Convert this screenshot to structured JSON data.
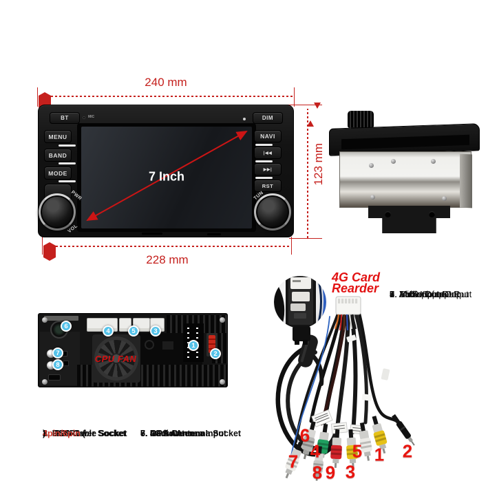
{
  "front_view": {
    "dim_top": "240 mm",
    "dim_right": "123 mm",
    "dim_bottom": "228 mm",
    "screen_label": "7 Inch",
    "btn_bt": "BT",
    "mic_label": "MIC",
    "btn_dim": "DIM",
    "left_buttons": [
      "MENU",
      "BAND",
      "MODE"
    ],
    "right_buttons": [
      "NAVI",
      "|◀◀",
      "▶▶|",
      "RST"
    ],
    "knob_left_top": "PWR",
    "knob_left_bottom": "VOL",
    "knob_right_top": "TUN"
  },
  "rear_view": {
    "fan_label": "CPU FAN",
    "callouts": [
      "6",
      "4",
      "5",
      "3",
      "1",
      "2",
      "7",
      "8"
    ]
  },
  "legend": {
    "col1": [
      {
        "text": "1. ISO Power Socket",
        "red": "",
        "tail": ""
      },
      {
        "text": "2. Fuse",
        "red": "",
        "tail": ""
      },
      {
        "text": "3. RCA Cable Socket",
        "red": "",
        "tail": ""
      },
      {
        "text": "4. USBx2 (",
        "red": "4pin/6pin",
        "tail": ")"
      }
    ],
    "col2": [
      {
        "text": "5. Rear Camera Input"
      },
      {
        "text": "6. Radio Antenna Socket"
      },
      {
        "text": "7. GPS Antenna"
      },
      {
        "text": "8. 4G Antenna"
      }
    ]
  },
  "harness": {
    "title_line1": "4G Card",
    "title_line2": "Rearder",
    "outputs": [
      "1. Video Ountput",
      "2. Microphone Input",
      "3. Video Input",
      "4. Subwoofer Output",
      "5. Audio Output L",
      "6. Audio Output R",
      "7. AMP-C",
      "8. AUX Input L",
      "9. AUX Input R"
    ],
    "plug_numbers": [
      "6",
      "7",
      "4",
      "8",
      "9",
      "3",
      "5",
      "1",
      "2"
    ]
  },
  "colors": {
    "dimension_red": "#c5201d",
    "callout_blue": "#54c2e9",
    "plug_number_red": "#e8150f",
    "legend_red": "#cf3a2e"
  }
}
